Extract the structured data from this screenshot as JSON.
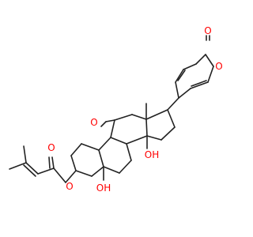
{
  "molecule": {
    "labels": {
      "aldehyde_o": "O",
      "oh_c14": "OH",
      "oh_c5": "OH",
      "ester_o_carbonyl": "O",
      "ester_o_link": "O",
      "pyranone_o_carbonyl": "O",
      "pyranone_o_ring": "O"
    },
    "colors": {
      "bond": "#222222",
      "oxygen": "#ff0000"
    }
  }
}
